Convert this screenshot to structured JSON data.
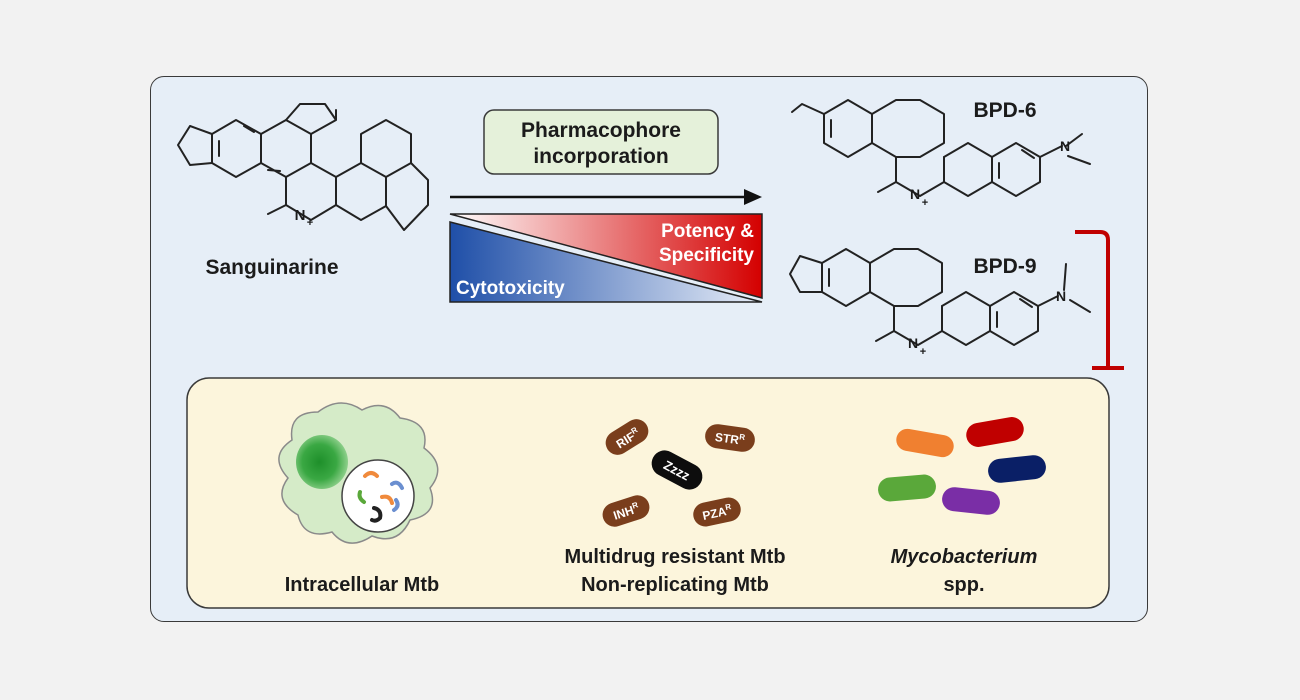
{
  "top": {
    "starting_compound": "Sanguinarine",
    "process_label_line1": "Pharmacophore",
    "process_label_line2": "incorporation",
    "trend_increase_line1": "Potency &",
    "trend_increase_line2": "Specificity",
    "trend_decrease": "Cytotoxicity",
    "products": [
      "BPD-6",
      "BPD-9"
    ],
    "atom_labels": {
      "nitrogen": "N",
      "charge": "+"
    }
  },
  "targets": {
    "intracellular": {
      "label": "Intracellular Mtb"
    },
    "resistant": {
      "label_line1": "Multidrug resistant Mtb",
      "label_line2": "Non-replicating Mtb",
      "bacilli": [
        {
          "name": "RIF",
          "superscript": "R"
        },
        {
          "name": "STR",
          "superscript": "R"
        },
        {
          "name": "Zzzz",
          "superscript": ""
        },
        {
          "name": "INH",
          "superscript": "R"
        },
        {
          "name": "PZA",
          "superscript": "R"
        }
      ]
    },
    "species": {
      "label_line1": "Mycobacterium",
      "label_line2": "spp."
    }
  },
  "colors": {
    "panel_bg": "#e6eef7",
    "bottom_panel_bg": "#fcf5dc",
    "label_box_bg": "#e5f1da",
    "potency_red": "#d40000",
    "cytotoxicity_blue": "#1f4fa8",
    "inhibition_red": "#c00000",
    "bacillus_brown": "#7a3e1c",
    "species_colors": [
      "#f08030",
      "#c00000",
      "#0a1f66",
      "#5aa83a",
      "#7a2ea6"
    ]
  }
}
